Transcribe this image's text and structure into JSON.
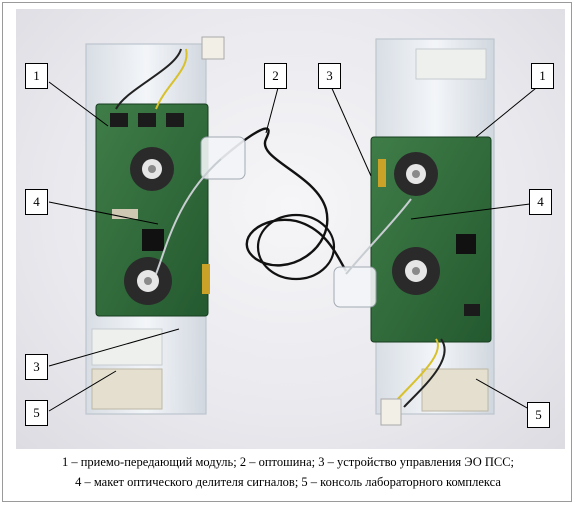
{
  "figure": {
    "callouts": [
      "1",
      "2",
      "3",
      "1",
      "4",
      "4",
      "3",
      "5",
      "5"
    ],
    "caption_line1": "1 – приемо-передающий модуль; 2 – оптошина; 3 – устройство управления ЭО ПСС;",
    "caption_line2": "4 – макет оптического делителя сигналов; 5 – консоль лабораторного комплекса"
  },
  "colors": {
    "pcb_green": "#2f6b3a",
    "background": "#e9e9ee",
    "callout_box": "#ffffff",
    "leader_line": "#000000"
  }
}
